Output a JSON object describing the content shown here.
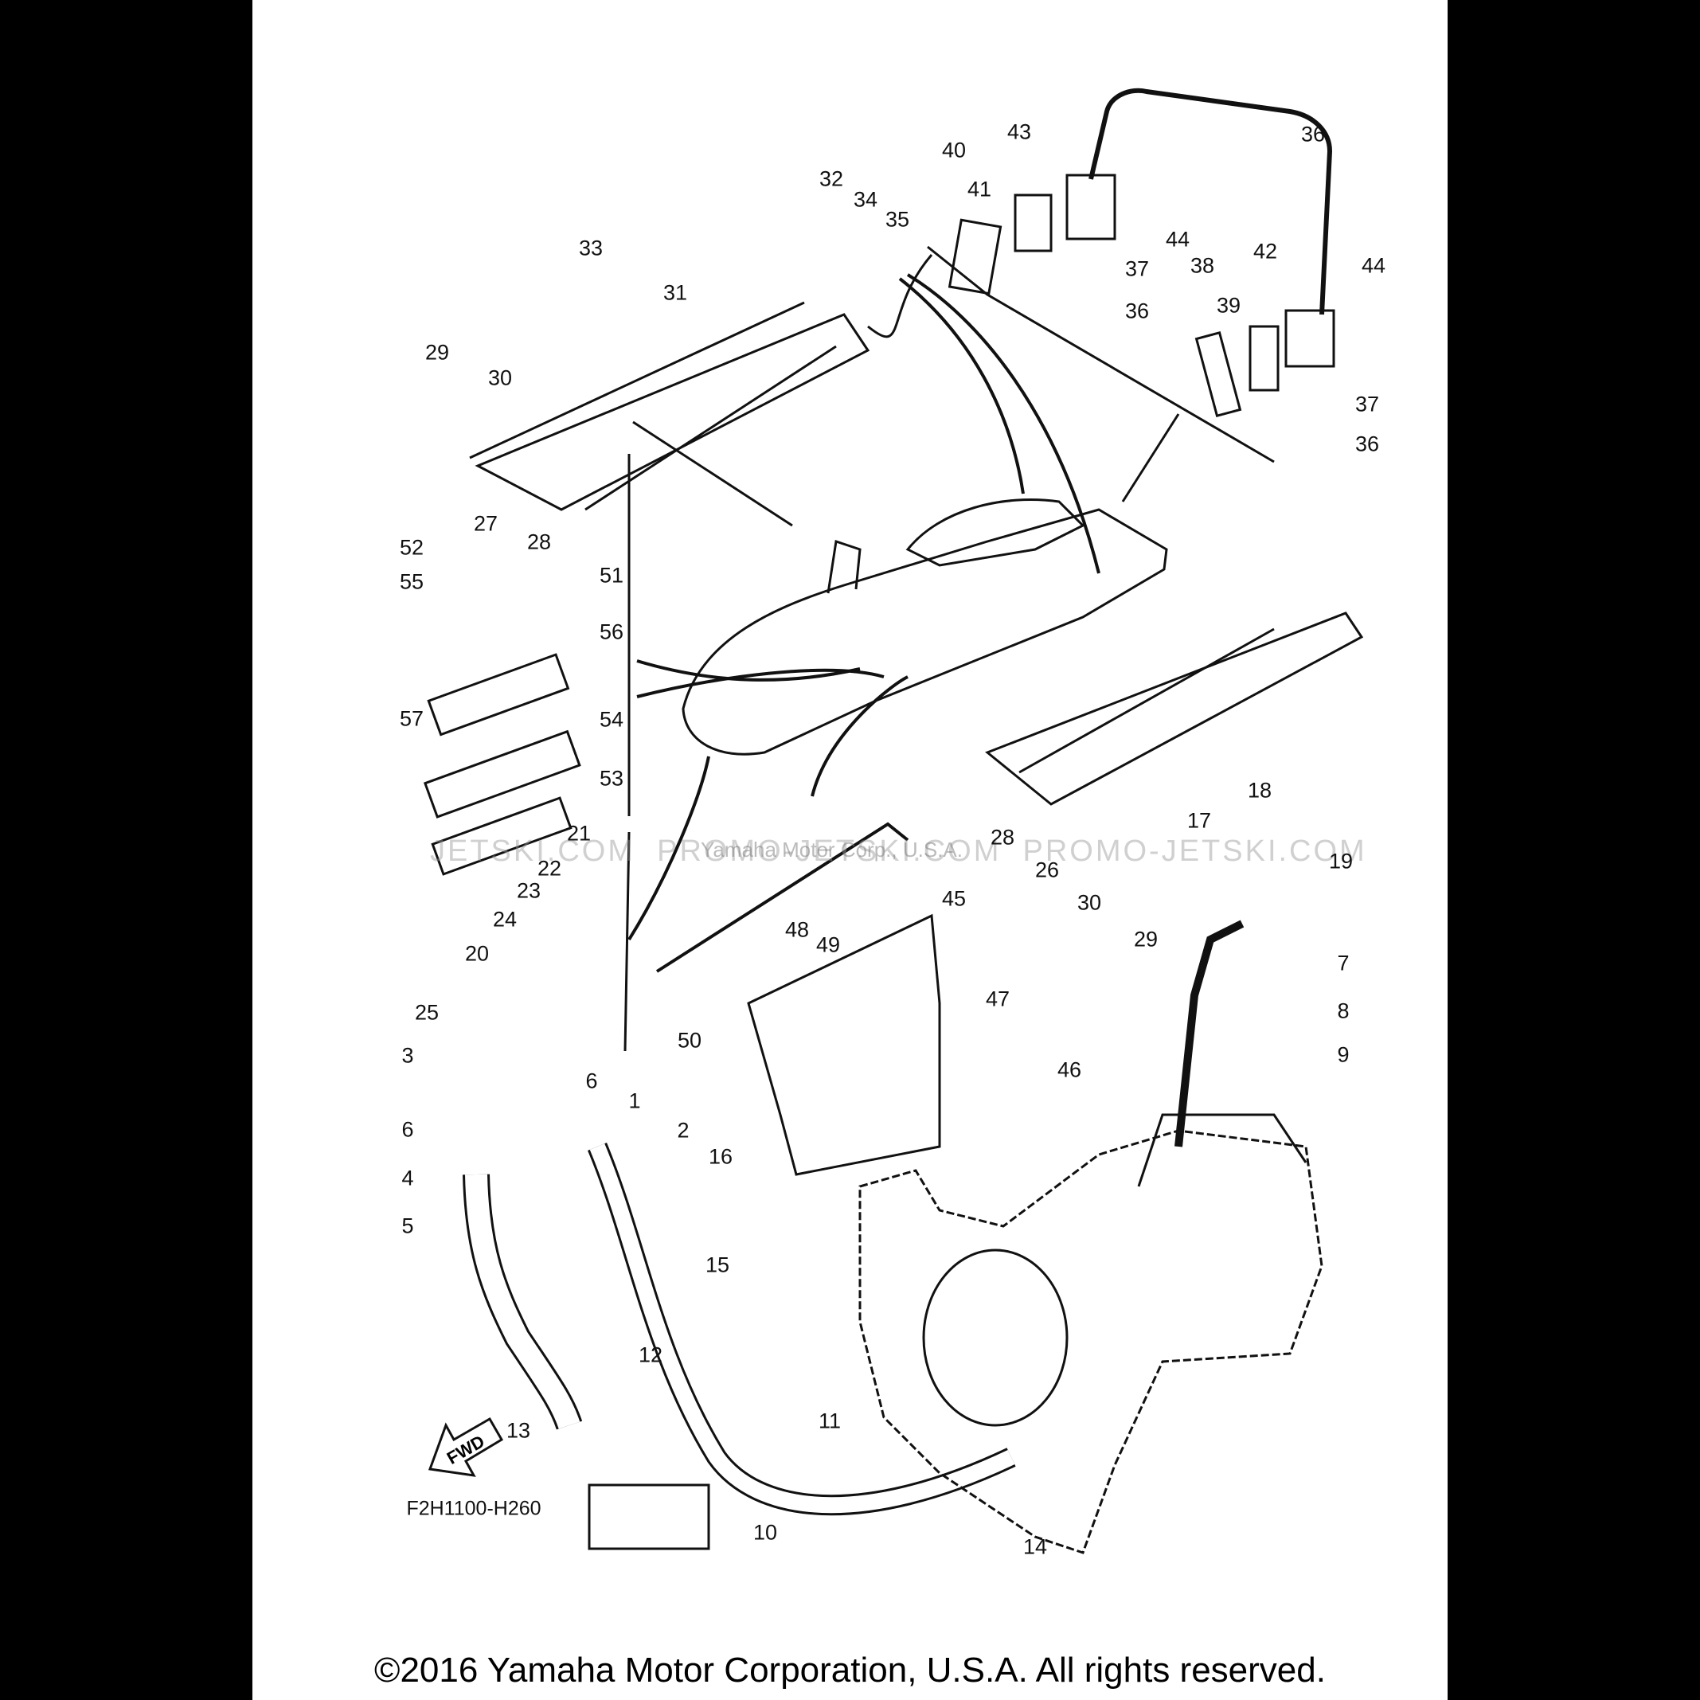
{
  "diagram": {
    "code": "F2H1100-H260",
    "fwd_label": "FWD",
    "footer": "©2016 Yamaha Motor Corporation, U.S.A. All rights reserved.",
    "watermark": "JETSKI.COM  PROMO-JETSKI.COM  PROMO-JETSKI.COM",
    "watermark_small": "Yamaha Motor Corp., U.S.A.",
    "callouts": [
      "1",
      "2",
      "3",
      "4",
      "5",
      "6",
      "6",
      "7",
      "8",
      "9",
      "10",
      "11",
      "12",
      "13",
      "14",
      "15",
      "16",
      "17",
      "18",
      "19",
      "20",
      "21",
      "22",
      "23",
      "24",
      "25",
      "26",
      "27",
      "28",
      "28",
      "29",
      "29",
      "30",
      "30",
      "31",
      "32",
      "33",
      "34",
      "35",
      "36",
      "36",
      "36",
      "37",
      "37",
      "38",
      "39",
      "40",
      "41",
      "42",
      "43",
      "44",
      "44",
      "45",
      "46",
      "47",
      "48",
      "49",
      "50",
      "51",
      "52",
      "53",
      "54",
      "55",
      "56",
      "57"
    ]
  }
}
